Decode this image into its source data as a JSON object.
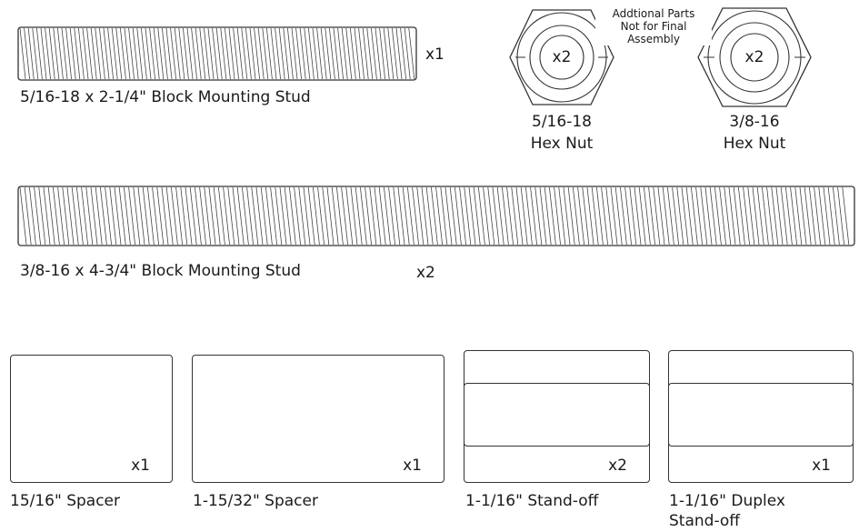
{
  "parts": {
    "stud_small": {
      "label": "5/16-18 x 2-1/4\" Block Mounting Stud",
      "qty": "x1"
    },
    "stud_large": {
      "label": "3/8-16 x 4-3/4\" Block Mounting Stud",
      "qty": "x2"
    },
    "nut_small": {
      "size": "5/16-18",
      "name": "Hex Nut",
      "qty": "x2"
    },
    "nut_large": {
      "size": "3/8-16",
      "name": "Hex Nut",
      "qty": "x2"
    },
    "note": [
      "Addtional Parts",
      "Not for Final",
      "Assembly"
    ],
    "spacer_1": {
      "label": "15/16\" Spacer",
      "qty": "x1"
    },
    "spacer_2": {
      "label": "1-15/32\" Spacer",
      "qty": "x1"
    },
    "standoff": {
      "label": "1-1/16\" Stand-off",
      "qty": "x2"
    },
    "duplex": {
      "label_line1": "1-1/16\" Duplex",
      "label_line2": "Stand-off",
      "qty": "x1"
    }
  }
}
